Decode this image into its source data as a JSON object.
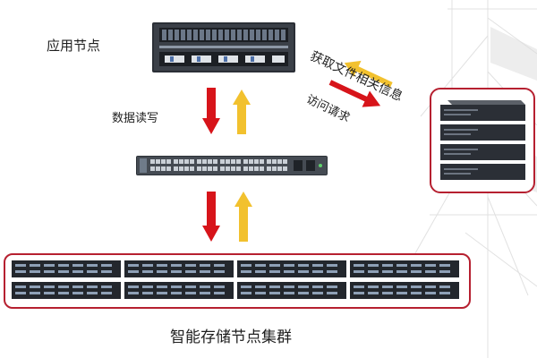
{
  "labels": {
    "app_node": "应用节点",
    "data_rw": "数据读写",
    "get_file_info": "获取文件相关信息",
    "access_request": "访问请求",
    "storage_cluster": "智能存储节点集群"
  },
  "icons": {
    "app_server": "rack-server-icon",
    "switch": "network-switch-icon",
    "metadata_servers": "server-stack-icon",
    "storage_unit": "storage-array-icon"
  },
  "colors": {
    "frame_border": "#b62030",
    "arrow_red": "#d7141a",
    "arrow_yellow": "#f2c12e",
    "device_dark": "#2b2f36"
  }
}
